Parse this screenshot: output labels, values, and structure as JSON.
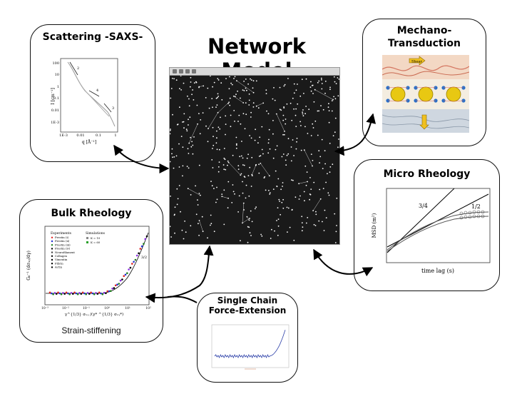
{
  "title": "Network Model",
  "panels": {
    "saxs": {
      "title": "Scattering -SAXS-",
      "ylabel": "I [cm⁻¹]",
      "xlabel": "q [Å⁻¹]",
      "yticks": [
        "100",
        "10",
        "1",
        "0.1",
        "0.01",
        "1E-3"
      ],
      "xticks": [
        "1E-3",
        "0.01",
        "0.1",
        "1"
      ],
      "slopes": [
        "2",
        "4",
        "3"
      ]
    },
    "mechano": {
      "title_line1": "Mechano-",
      "title_line2": "Transduction",
      "shear_label": "Shear"
    },
    "micro": {
      "title": "Micro Rheology",
      "ylabel": "MSD (m²)",
      "xlabel": "time lag (s)",
      "slope_a": "3/4",
      "slope_b": "1/2"
    },
    "bulk": {
      "title": "Bulk Rheology",
      "caption": "Strain-stiffening",
      "legend_experiments_title": "Experiments",
      "legend_experiments": [
        "Prestin (i)",
        "Prestin (ii)",
        "Prestin (iii)",
        "Prestin (iv)",
        "Neurofilament",
        "Collagen",
        "Vimentin",
        "Fibrin",
        "Actin"
      ],
      "legend_simulations_title": "Simulations",
      "legend_simulations": [
        "K = 10",
        "K = 60"
      ],
      "slope_label": "3/2",
      "xtick_labels": [
        "10⁻³",
        "10⁻²",
        "10⁻¹",
        "10⁰",
        "10¹",
        "10²"
      ],
      "ylabel": "G₀⁻¹ (dσₓᵧ/dγ)",
      "xlabel": "γ^{1/3} σₓᵧ /(γ* ^{1/3} σₓᵧ*)"
    },
    "single": {
      "title_line1": "Single Chain",
      "title_line2": "Force-Extension"
    }
  },
  "colors": {
    "arrow": "#000000",
    "panel_border": "#111111",
    "sim_background": "#1a1a1a",
    "node": "#ffffff"
  }
}
